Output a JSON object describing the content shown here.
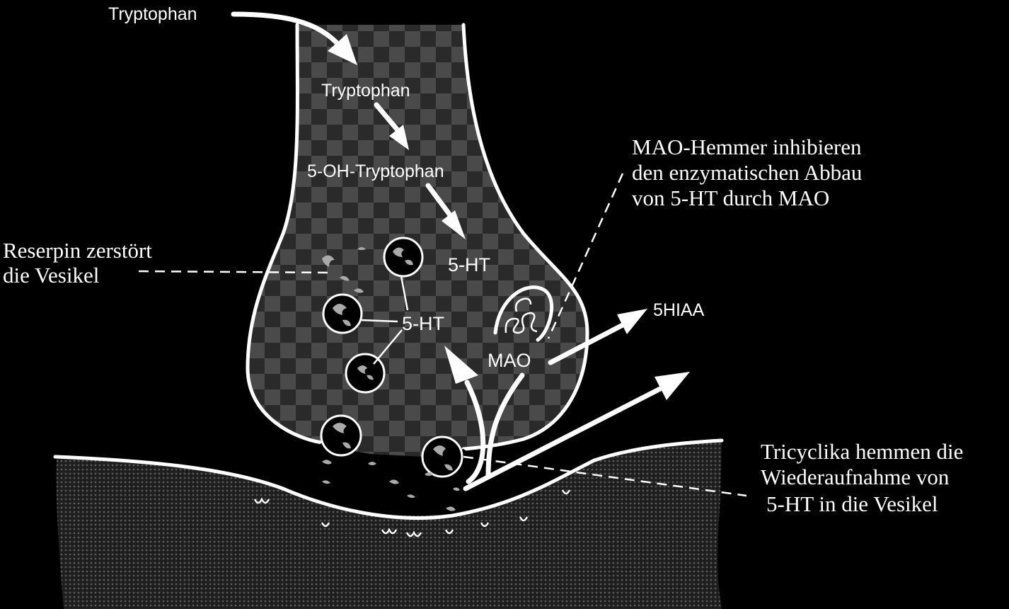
{
  "labels": {
    "tryptophan_outside": "Tryptophan",
    "tryptophan_inside": "Tryptophan",
    "oh_tryptophan": "5-OH-Tryptophan",
    "ht_cytoplasm": "5-HT",
    "ht_vesicles": "5-HT",
    "mao": "MAO",
    "hiaa": "5HIAA"
  },
  "annotations": {
    "reserpin": [
      "Reserpin zerstört",
      "die Vesikel"
    ],
    "mao_inhibitor": [
      "MAO-Hemmer inhibieren",
      "den enzymatischen Abbau",
      "von 5-HT durch MAO"
    ],
    "tricyclics": [
      "Tricyclika hemmen die",
      "Wiederaufnahme von",
      "5-HT in die Vesikel"
    ]
  },
  "colors": {
    "background": "#000000",
    "line": "#ffffff",
    "terminal_fill": "#3a3a3a",
    "postsynaptic_fill": "#2e2e2e"
  }
}
